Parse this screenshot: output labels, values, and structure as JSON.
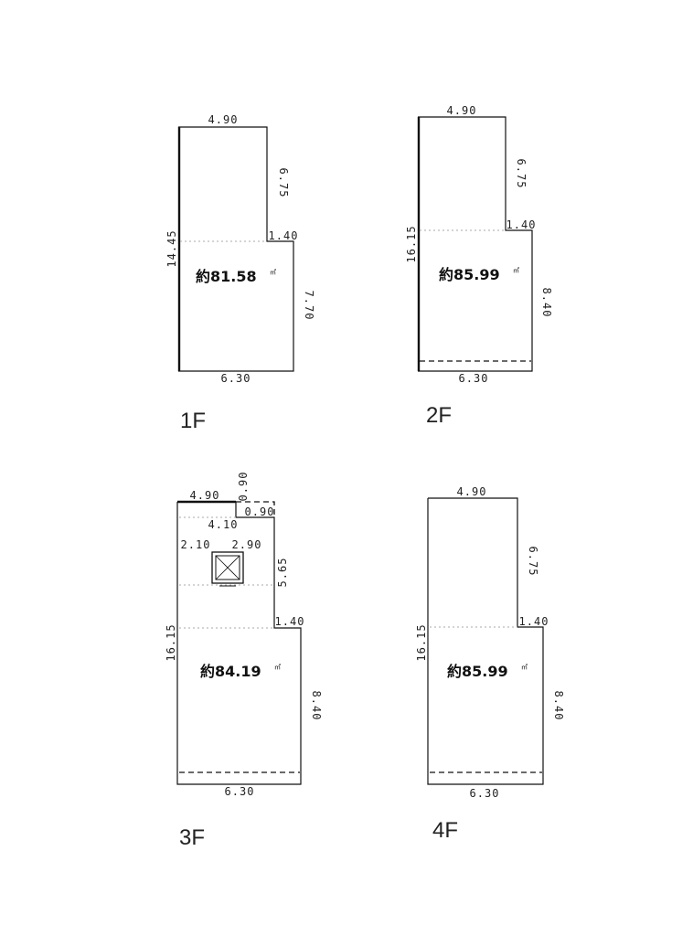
{
  "floors": [
    {
      "label": "1F",
      "area": "約81.58",
      "area_unit": "㎡",
      "dims": [
        "4.90",
        "6.75",
        "1.40",
        "14.45",
        "7.70",
        "6.30"
      ]
    },
    {
      "label": "2F",
      "area": "約85.99",
      "area_unit": "㎡",
      "dims": [
        "4.90",
        "6.75",
        "1.40",
        "16.15",
        "8.40",
        "6.30"
      ]
    },
    {
      "label": "3F",
      "area": "約84.19",
      "area_unit": "㎡",
      "dims": [
        "4.90",
        "0.90",
        "0.90",
        "4.10",
        "2.10",
        "2.90",
        "5.65",
        "1.40",
        "16.15",
        "8.40",
        "6.30"
      ]
    },
    {
      "label": "4F",
      "area": "約85.99",
      "area_unit": "㎡",
      "dims": [
        "4.90",
        "6.75",
        "1.40",
        "16.15",
        "8.40",
        "6.30"
      ]
    }
  ]
}
